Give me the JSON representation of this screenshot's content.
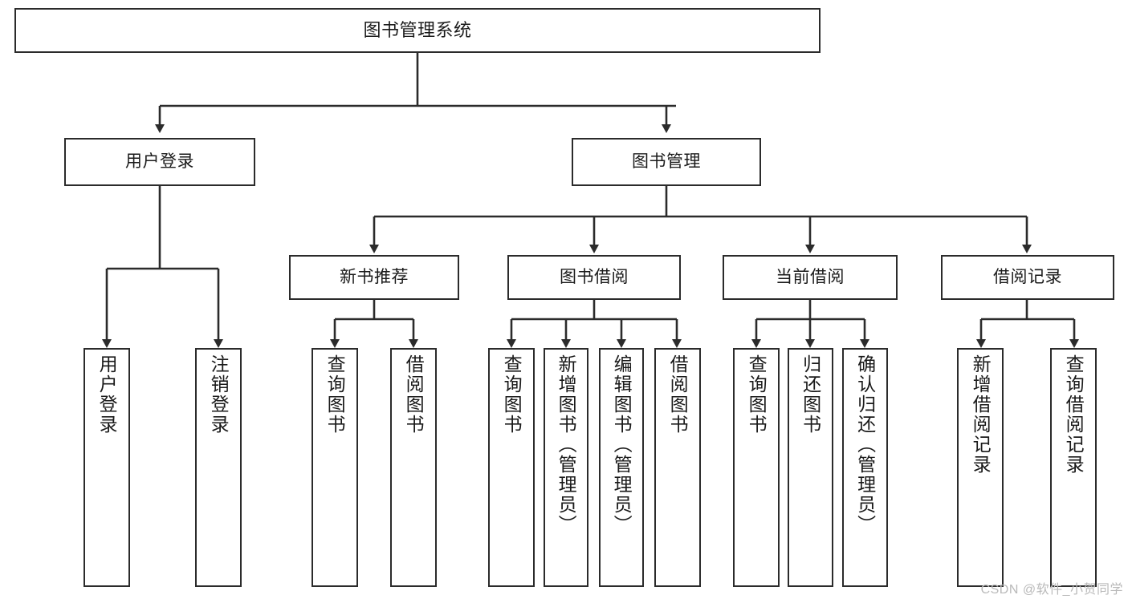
{
  "diagram": {
    "type": "tree-hierarchy",
    "title": "图书管理系统",
    "watermark": "CSDN @软件_小贺同学",
    "levels": 3,
    "root": {
      "id": "root",
      "label": "图书管理系统",
      "orientation": "horizontal"
    },
    "level2": [
      {
        "id": "user-login",
        "label": "用户登录",
        "orientation": "horizontal"
      },
      {
        "id": "book-manage",
        "label": "图书管理",
        "orientation": "horizontal"
      }
    ],
    "level3": [
      {
        "id": "new-book-rec",
        "label": "新书推荐",
        "orientation": "horizontal",
        "parent": "book-manage"
      },
      {
        "id": "book-borrow",
        "label": "图书借阅",
        "orientation": "horizontal",
        "parent": "book-manage"
      },
      {
        "id": "current-borrow",
        "label": "当前借阅",
        "orientation": "horizontal",
        "parent": "book-manage"
      },
      {
        "id": "borrow-record",
        "label": "借阅记录",
        "orientation": "horizontal",
        "parent": "book-manage"
      }
    ],
    "leaves": [
      {
        "id": "leaf-user-login",
        "label": "用户登录",
        "parent": "user-login"
      },
      {
        "id": "leaf-user-logout",
        "label": "注销登录",
        "parent": "user-login"
      },
      {
        "id": "leaf-query-book-1",
        "label": "查询图书",
        "parent": "new-book-rec"
      },
      {
        "id": "leaf-borrow-book-1",
        "label": "借阅图书",
        "parent": "new-book-rec"
      },
      {
        "id": "leaf-query-book-2",
        "label": "查询图书",
        "parent": "book-borrow"
      },
      {
        "id": "leaf-add-book",
        "label": "新增图书（管理员）",
        "parent": "book-borrow"
      },
      {
        "id": "leaf-edit-book",
        "label": "编辑图书（管理员）",
        "parent": "book-borrow"
      },
      {
        "id": "leaf-borrow-book-2",
        "label": "借阅图书",
        "parent": "book-borrow"
      },
      {
        "id": "leaf-query-book-3",
        "label": "查询图书",
        "parent": "current-borrow"
      },
      {
        "id": "leaf-return-book",
        "label": "归还图书",
        "parent": "current-borrow"
      },
      {
        "id": "leaf-confirm-return",
        "label": "确认归还（管理员）",
        "parent": "current-borrow"
      },
      {
        "id": "leaf-add-record",
        "label": "新增借阅记录",
        "parent": "borrow-record"
      },
      {
        "id": "leaf-query-record",
        "label": "查询借阅记录",
        "parent": "borrow-record"
      }
    ],
    "colors": {
      "stroke": "#2b2b2b",
      "fill": "#ffffff",
      "text": "#1a1a1a",
      "watermark": "#b9b9b9"
    }
  }
}
